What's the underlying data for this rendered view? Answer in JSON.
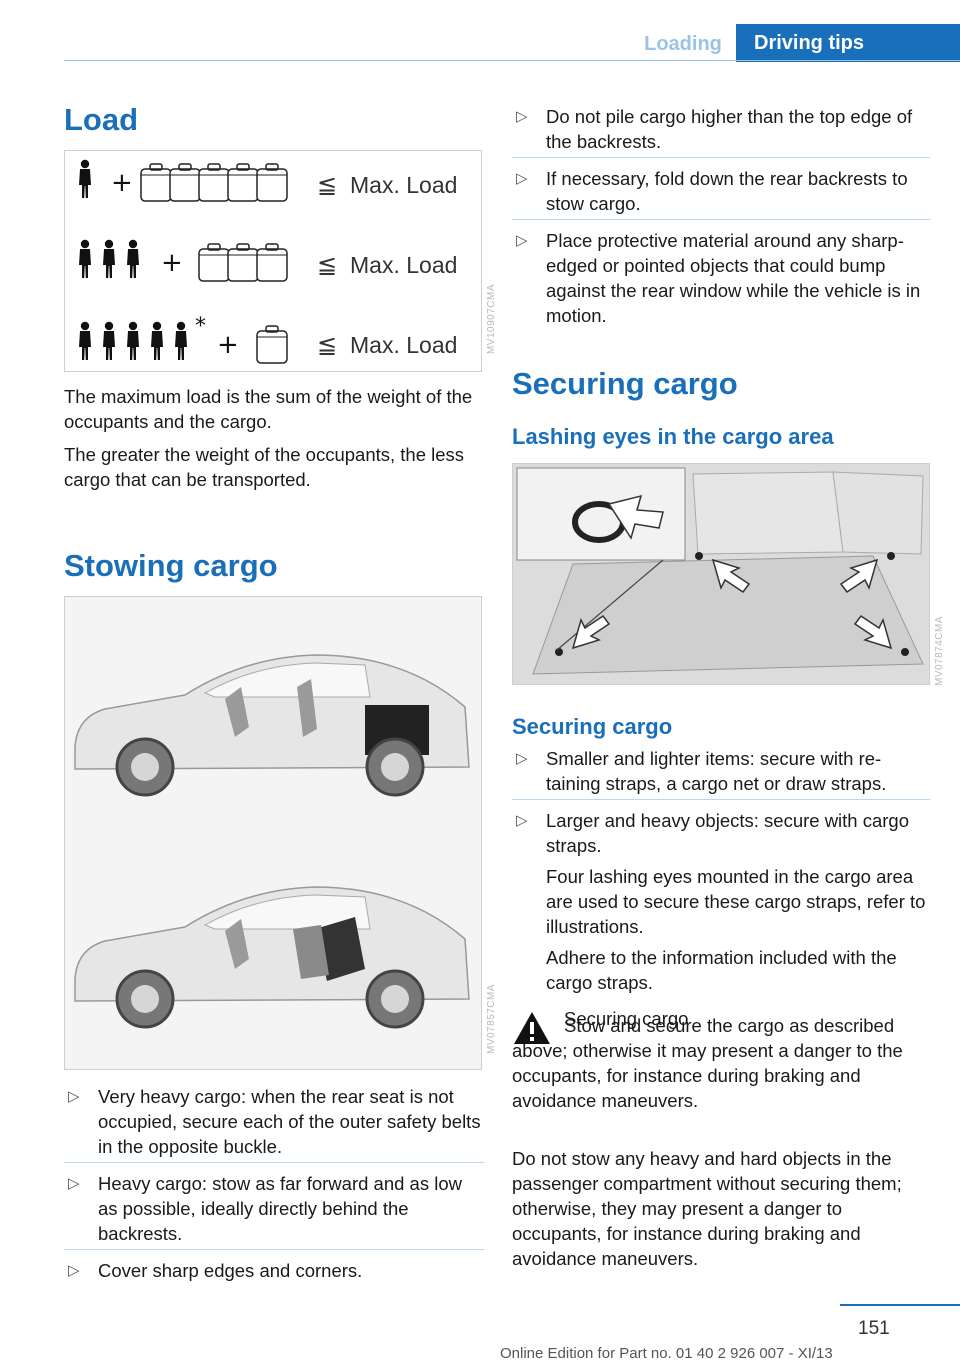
{
  "header": {
    "tab_loading": "Loading",
    "tab_driving": "Driving tips"
  },
  "load": {
    "title": "Load",
    "figure": {
      "rows": [
        {
          "label": "Max. Load",
          "symbol": "≦"
        },
        {
          "label": "Max. Load",
          "symbol": "≦"
        },
        {
          "label": "Max. Load",
          "symbol": "≦"
        }
      ],
      "plus": "+",
      "asterisk": "*",
      "code": "MV10907CMA"
    },
    "para1": "The maximum load is the sum of the weight of the occupants and the cargo.",
    "para2": "The greater the weight of the occupants, the less cargo that can be transported."
  },
  "stowing": {
    "title": "Stowing cargo",
    "figure_code": "MV07857CMA",
    "bullets": [
      "Very heavy cargo: when the rear seat is not occupied, secure each of the outer safety belts in the opposite buckle.",
      "Heavy cargo: stow as far forward and as low as possible, ideally directly behind the backrests.",
      "Cover sharp edges and corners."
    ]
  },
  "right_bullets": [
    "Do not pile cargo higher than the top edge of the backrests.",
    "If necessary, fold down the rear backrests to stow cargo.",
    "Place protective material around any sharp-edged or pointed objects that could bump against the rear window while the vehicle is in motion."
  ],
  "securing": {
    "title": "Securing cargo",
    "subtitle": "Lashing eyes in the cargo area",
    "figure_code": "MV07874CMA",
    "sub2": "Securing cargo",
    "bullets": [
      {
        "text": "Smaller and lighter items: secure with re‐taining straps, a cargo net or draw straps.",
        "extra": []
      },
      {
        "text": "Larger and heavy objects: secure with cargo straps.",
        "extra": [
          "Four lashing eyes mounted in the cargo area are used to secure these cargo straps, refer to illustrations.",
          "Adhere to the information included with the cargo straps."
        ]
      }
    ],
    "warning": {
      "title": "Securing cargo",
      "text": "Stow and secure the cargo as described above; otherwise it may present a danger to the occupants, for instance during braking and avoidance maneuvers."
    },
    "para": "Do not stow any heavy and hard objects in the passenger compartment without securing them; otherwise, they may present a danger to occupants, for instance during braking and avoidance maneuvers."
  },
  "footer": {
    "page": "151",
    "edition": "Online Edition for Part no. 01 40 2 926 007 - XI/13"
  }
}
